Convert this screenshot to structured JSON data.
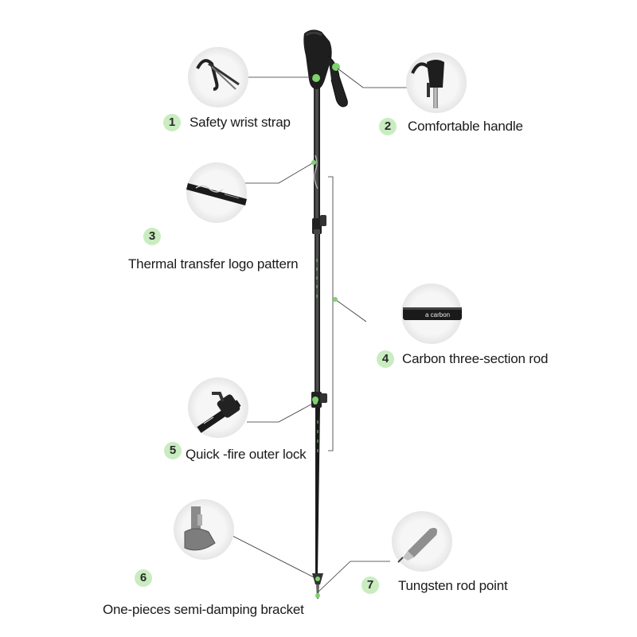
{
  "accent_color": "#8bd17c",
  "features": [
    {
      "number": "1",
      "label": "Safety wrist strap",
      "icon": "wrist-strap-icon"
    },
    {
      "number": "2",
      "label": "Comfortable handle",
      "icon": "handle-grip-icon"
    },
    {
      "number": "3",
      "label": "Thermal transfer logo pattern",
      "icon": "logo-pattern-icon"
    },
    {
      "number": "4",
      "label": "Carbon three-section rod",
      "icon": "carbon-rod-icon",
      "inset_text": "a carbon"
    },
    {
      "number": "5",
      "label": "Quick -fire outer lock",
      "icon": "lock-clamp-icon"
    },
    {
      "number": "6",
      "label": "One-pieces semi-damping bracket",
      "icon": "basket-bracket-icon"
    },
    {
      "number": "7",
      "label": "Tungsten rod point",
      "icon": "tungsten-tip-icon"
    }
  ]
}
